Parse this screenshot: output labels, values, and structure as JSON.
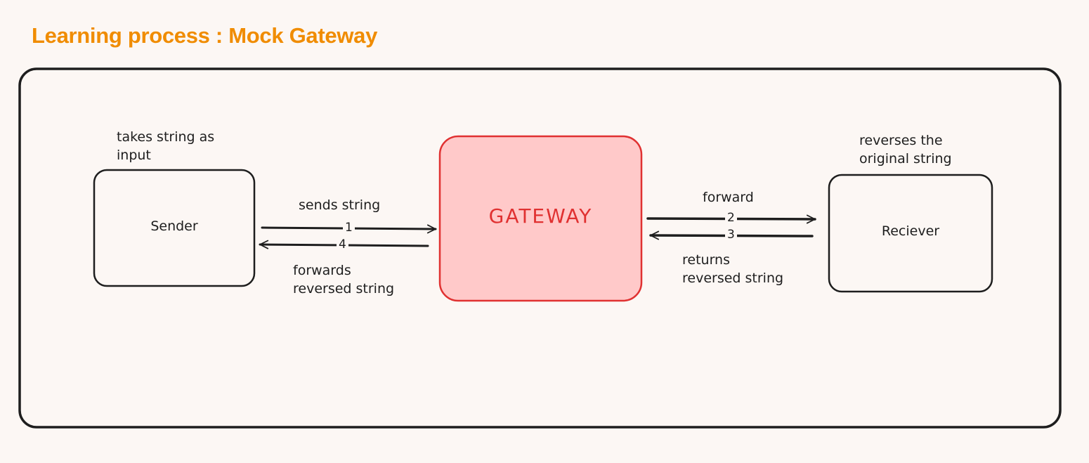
{
  "title": "Learning process : Mock Gateway",
  "nodes": {
    "sender": {
      "label": "Sender",
      "note_line1": "takes string as",
      "note_line2": "input"
    },
    "gateway": {
      "label": "GATEWAY"
    },
    "receiver": {
      "label": "Reciever",
      "note_line1": "reverses the",
      "note_line2": "original string"
    }
  },
  "edges": {
    "step1": {
      "number": "1",
      "label": "sends string"
    },
    "step2": {
      "number": "2",
      "label": "forward"
    },
    "step3": {
      "number": "3",
      "label_line1": "returns",
      "label_line2": "reversed string"
    },
    "step4": {
      "number": "4",
      "label_line1": "forwards",
      "label_line2": "reversed string"
    }
  },
  "colors": {
    "title": "#f08c00",
    "gateway_fill": "#ffc9c9",
    "gateway_stroke": "#e03131",
    "stroke": "#1e1e1e",
    "background": "#fcf7f4"
  }
}
